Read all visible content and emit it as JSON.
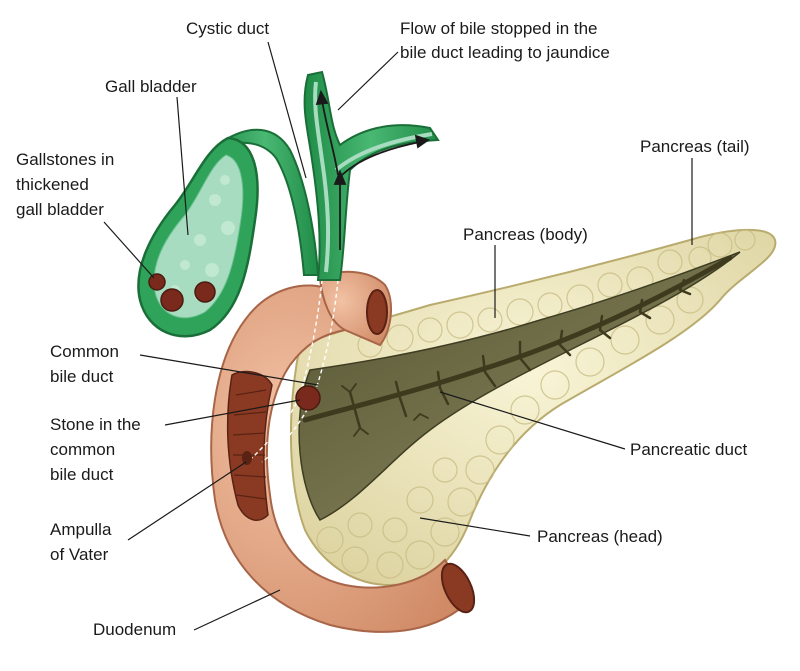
{
  "labels": {
    "cystic_duct": "Cystic duct",
    "flow_of_bile": [
      "Flow of bile stopped in the",
      "bile duct leading to jaundice"
    ],
    "gall_bladder": "Gall bladder",
    "gallstones": [
      "Gallstones in",
      "thickened",
      "gall bladder"
    ],
    "pancreas_tail": "Pancreas (tail)",
    "pancreas_body": "Pancreas (body)",
    "common_bile_duct": [
      "Common",
      "bile duct"
    ],
    "stone_common_bile_duct": [
      "Stone in the",
      "common",
      "bile duct"
    ],
    "pancreatic_duct": "Pancreatic duct",
    "ampulla_of_vater": [
      "Ampulla",
      "of Vater"
    ],
    "pancreas_head": "Pancreas (head)",
    "duodenum": "Duodenum"
  },
  "colors": {
    "gallbladder_green": "#2fa35a",
    "bile_light": "#a8dcc0",
    "duodenum_pink": "#e0a07e",
    "duodenum_inner": "#8a3a22",
    "pancreas_cream": "#efe9bf",
    "pancreas_cut": "#6b6a44",
    "stone_brown": "#7a2a1c",
    "duct_dark": "#4a4426"
  }
}
